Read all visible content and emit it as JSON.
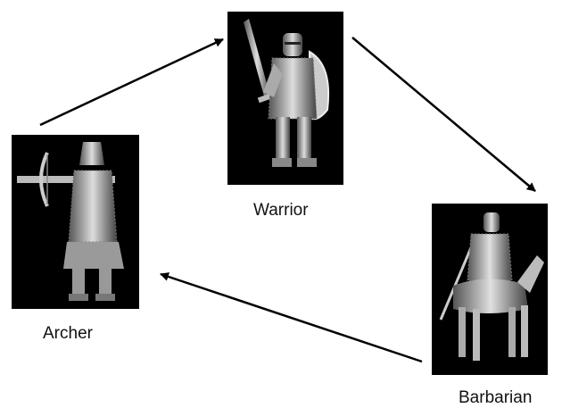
{
  "units": {
    "warrior": {
      "label": "Warrior",
      "icon": "knight-sword-shield-icon"
    },
    "archer": {
      "label": "Archer",
      "icon": "crossbowman-icon"
    },
    "barbarian": {
      "label": "Barbarian",
      "icon": "horse-rider-icon"
    }
  },
  "arrows": [
    {
      "from": "archer",
      "to": "warrior"
    },
    {
      "from": "warrior",
      "to": "barbarian"
    },
    {
      "from": "barbarian",
      "to": "archer"
    }
  ],
  "colors": {
    "background": "#ffffff",
    "image_bg": "#000000",
    "arrow": "#000000"
  }
}
